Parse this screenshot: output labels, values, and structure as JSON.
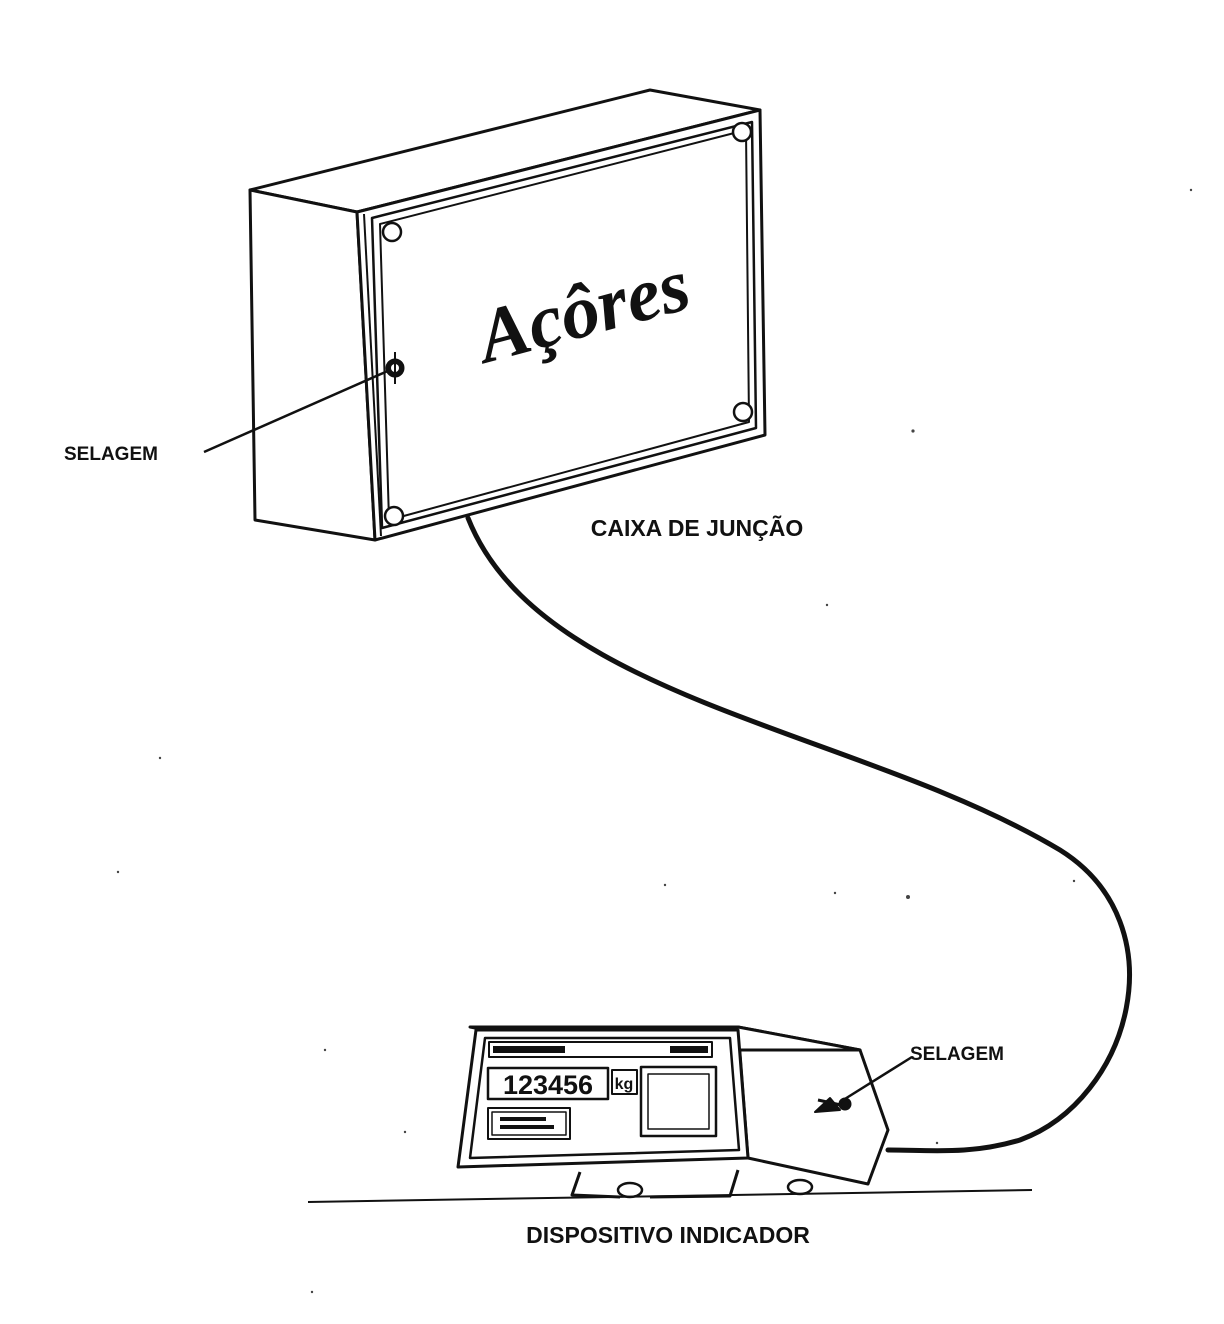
{
  "labels": {
    "seal_left": "SELAGEM",
    "seal_right": "SELAGEM",
    "junction_box": "CAIXA DE JUNÇÃO",
    "indicator": "DISPOSITIVO INDICADOR"
  },
  "junction_box": {
    "brand": "Açôres"
  },
  "indicator_device": {
    "display_value": "123456",
    "unit": "kg"
  },
  "colors": {
    "ink": "#111111",
    "paper": "#ffffff"
  }
}
